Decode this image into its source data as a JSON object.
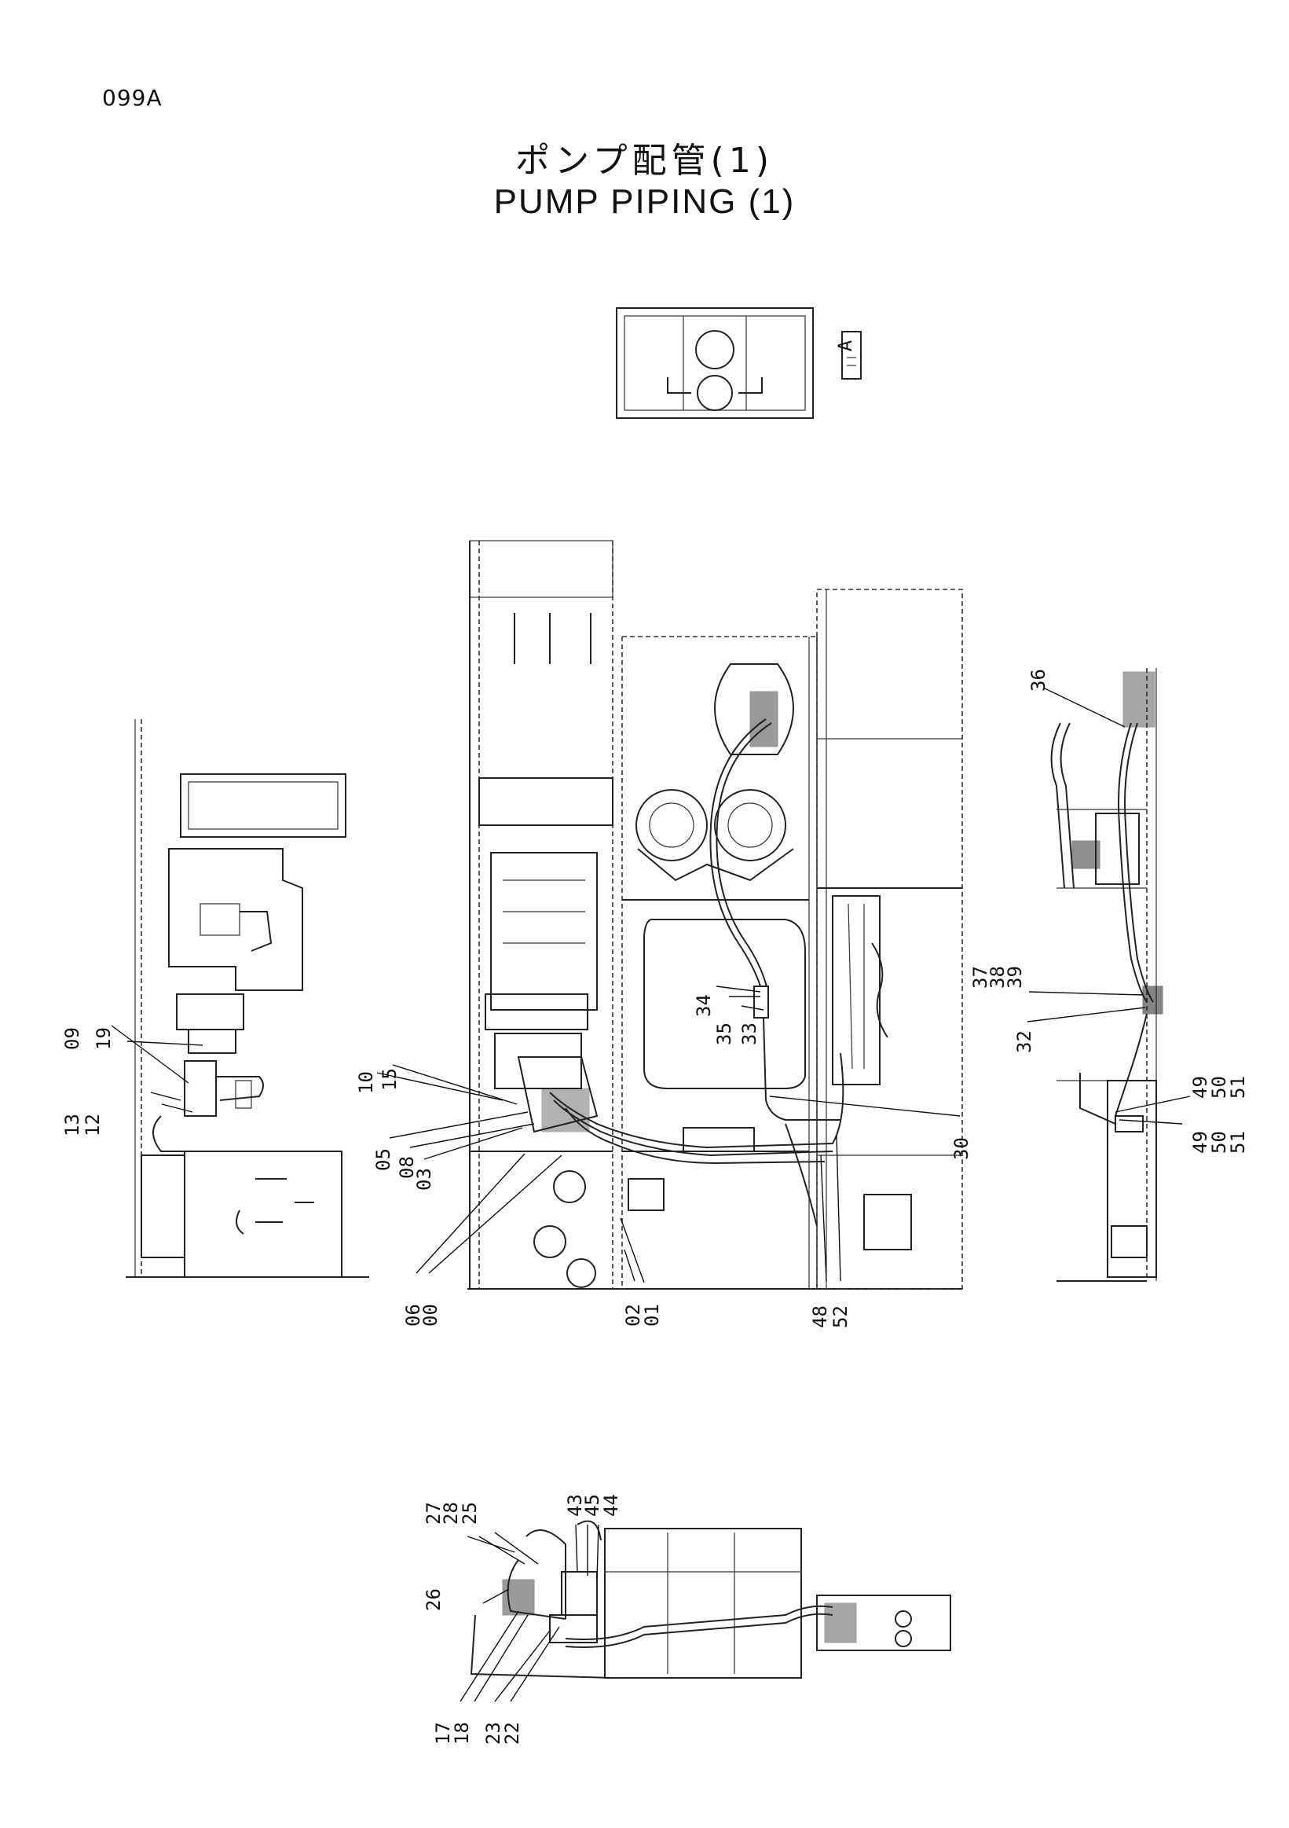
{
  "header": {
    "page_code": "099A",
    "title_jp": "ポンプ配管(1)",
    "title_en": "PUMP PIPING (1)"
  },
  "view_marker": "A",
  "callouts": {
    "c00": "00",
    "c01": "01",
    "c02": "02",
    "c03": "03",
    "c05": "05",
    "c06": "06",
    "c08": "08",
    "c09": "09",
    "c10": "10",
    "c12": "12",
    "c13": "13",
    "c15": "15",
    "c17": "17",
    "c18": "18",
    "c19": "19",
    "c22": "22",
    "c23": "23",
    "c25": "25",
    "c26": "26",
    "c27": "27",
    "c28": "28",
    "c30": "30",
    "c32": "32",
    "c33": "33",
    "c34": "34",
    "c35": "35",
    "c36": "36",
    "c37": "37",
    "c38": "38",
    "c39": "39",
    "c43": "43",
    "c44": "44",
    "c45": "45",
    "c48": "48",
    "c49a": "49",
    "c49b": "49",
    "c50a": "50",
    "c50b": "50",
    "c51a": "51",
    "c51b": "51",
    "c52": "52"
  }
}
